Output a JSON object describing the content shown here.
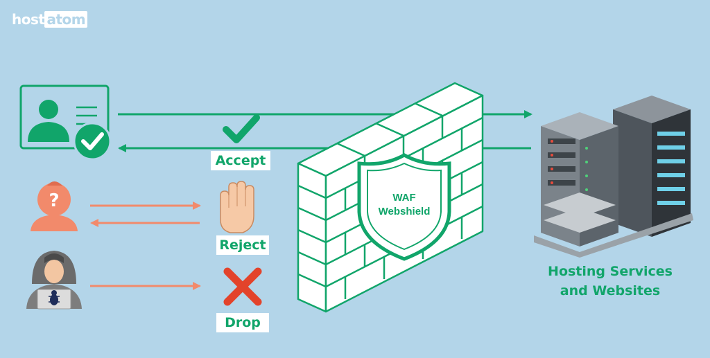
{
  "logo": {
    "part1": "host",
    "part2": "atom"
  },
  "labels": {
    "accept": "Accept",
    "reject": "Reject",
    "drop": "Drop"
  },
  "waf": {
    "line1": "WAF",
    "line2": "Webshield"
  },
  "servers": {
    "line1": "Hosting Services",
    "line2": "and Websites"
  },
  "colors": {
    "background": "#b3d5e9",
    "accent_green": "#11a56a",
    "salmon": "#f28a6b",
    "cross_red": "#e3432b",
    "wall": "#ffffff"
  },
  "icons": [
    "user-id-card-icon",
    "checkmark-badge-icon",
    "unknown-user-icon",
    "hacker-icon",
    "bug-icon",
    "checkmark-icon",
    "stop-hand-icon",
    "cross-icon",
    "shield-icon",
    "firewall-wall",
    "server-rack-icon"
  ]
}
